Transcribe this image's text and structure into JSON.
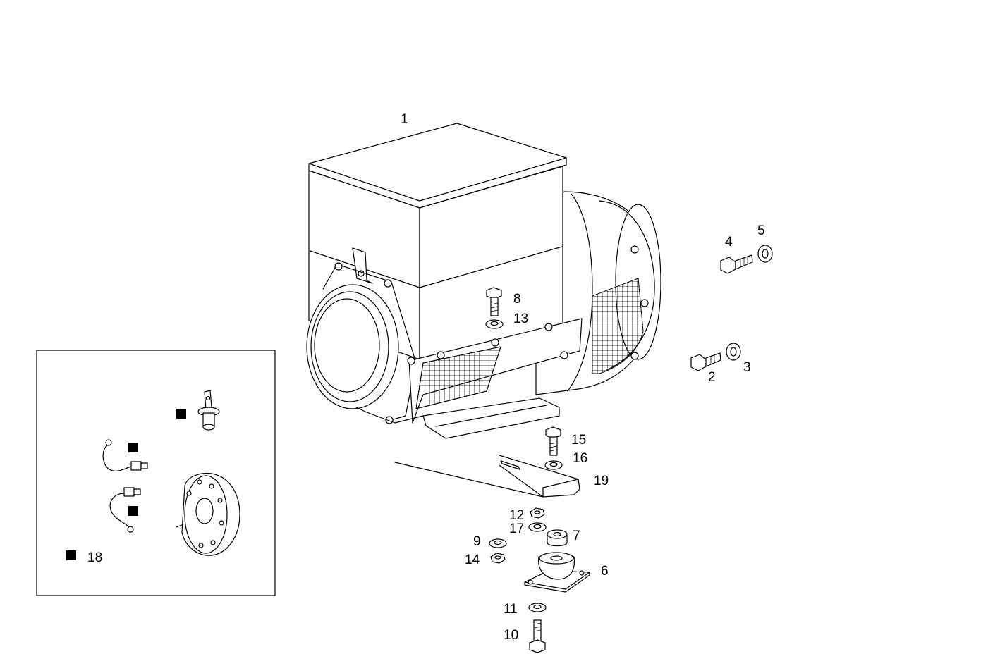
{
  "callouts": {
    "c1": "1",
    "c2": "2",
    "c3": "3",
    "c4": "4",
    "c5": "5",
    "c6": "6",
    "c7": "7",
    "c8": "8",
    "c9": "9",
    "c10": "10",
    "c11": "11",
    "c12": "12",
    "c13": "13",
    "c14": "14",
    "c15": "15",
    "c16": "16",
    "c17": "17",
    "c19": "19"
  },
  "inset": {
    "label": "18",
    "marker_symbol": "filled-square"
  }
}
